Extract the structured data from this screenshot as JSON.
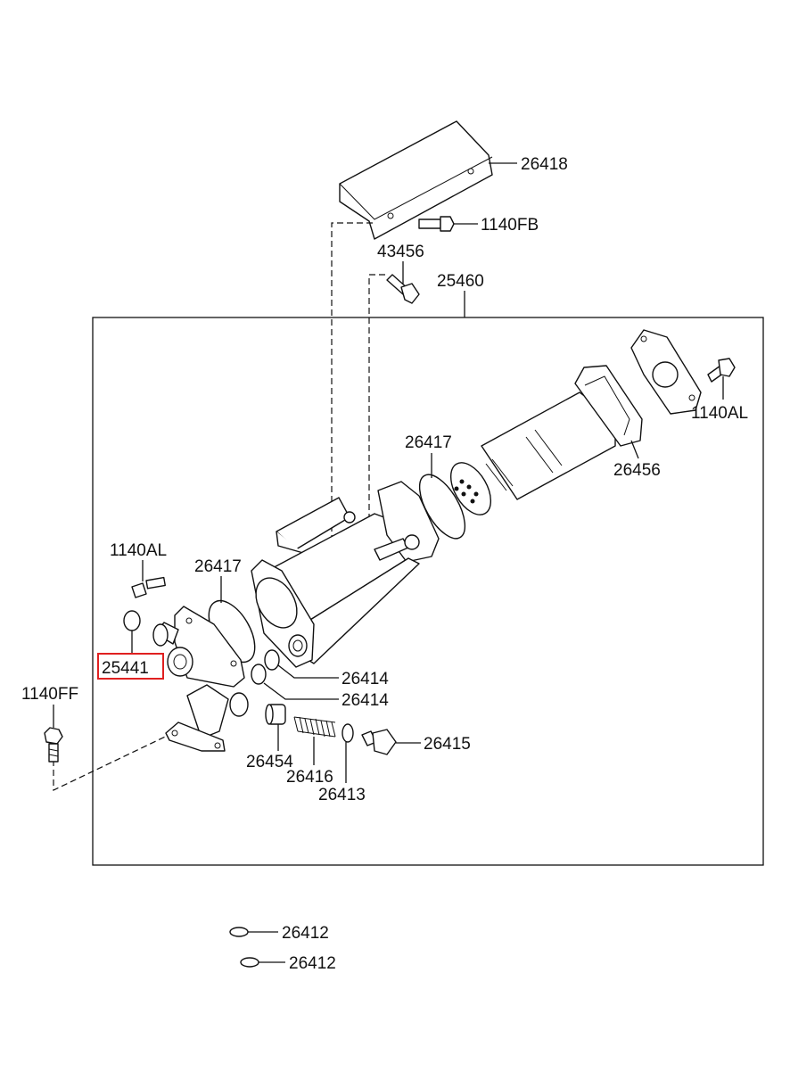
{
  "diagram": {
    "highlight_color": "#e02020",
    "callouts": {
      "c26418": "26418",
      "c1140FB": "1140FB",
      "c43456": "43456",
      "c25460": "25460",
      "c1140AL_right": "1140AL",
      "c26417_upper": "26417",
      "c26456": "26456",
      "c1140AL_left": "1140AL",
      "c26417_lower": "26417",
      "c25441": "25441",
      "c26414_a": "26414",
      "c26414_b": "26414",
      "c1140FF": "1140FF",
      "c26415": "26415",
      "c26454": "26454",
      "c26416": "26416",
      "c26413": "26413",
      "c26412_a": "26412",
      "c26412_b": "26412"
    }
  }
}
